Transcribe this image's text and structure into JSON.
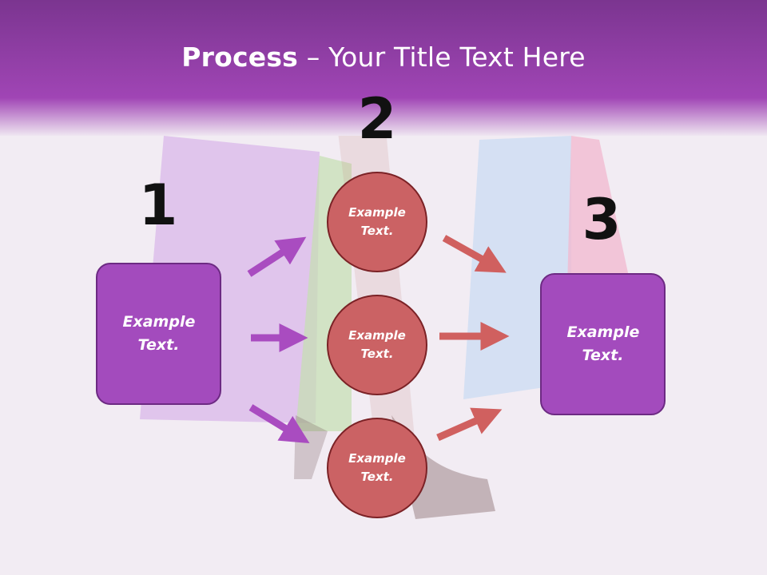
{
  "slide": {
    "title_bold": "Process",
    "title_rest": " – Your Title Text Here"
  },
  "steps": {
    "n1": "1",
    "n2": "2",
    "n3": "3"
  },
  "left_box": {
    "line1": "Example",
    "line2": "Text."
  },
  "right_box": {
    "line1": "Example",
    "line2": "Text."
  },
  "circles": [
    {
      "line1": "Example",
      "line2": "Text."
    },
    {
      "line1": "Example",
      "line2": "Text."
    },
    {
      "line1": "Example",
      "line2": "Text."
    }
  ],
  "colors": {
    "purple": "#a34bbd",
    "purple_border": "#6d2a83",
    "red": "#cb6264",
    "red_border": "#7b2226",
    "arrow_purple": "#a94cc0",
    "arrow_red": "#d0605f"
  }
}
